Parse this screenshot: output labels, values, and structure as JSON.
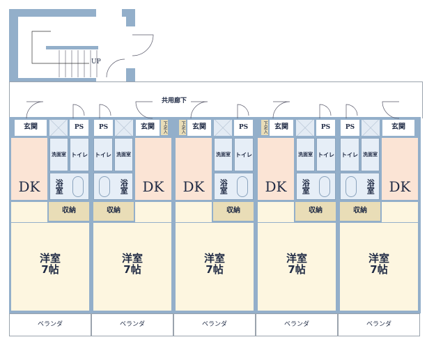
{
  "stair": {
    "label": "UP"
  },
  "corridor": {
    "label": "共用廊下"
  },
  "labels": {
    "genkan": "玄関",
    "ps": "PS",
    "dk": "DK",
    "senmen": "洗面室",
    "toilet": "トイレ",
    "bath": "浴室",
    "storage": "収納",
    "room": "洋室",
    "room_size": "7帖",
    "veranda": "ベランダ",
    "shoe": "下足入"
  },
  "units": [
    {
      "id": 1,
      "layout": "A",
      "shoe_cabinet": false
    },
    {
      "id": 2,
      "layout": "B",
      "shoe_cabinet": true
    },
    {
      "id": 3,
      "layout": "A",
      "shoe_cabinet": true
    },
    {
      "id": 4,
      "layout": "A",
      "shoe_cabinet": true
    },
    {
      "id": 5,
      "layout": "B",
      "shoe_cabinet": false
    }
  ],
  "colors": {
    "wall": "#93afca",
    "dk": "#fbe4d5",
    "room": "#fdf6e0",
    "storage": "#e9ddb7",
    "wet": "#e6eef7"
  }
}
